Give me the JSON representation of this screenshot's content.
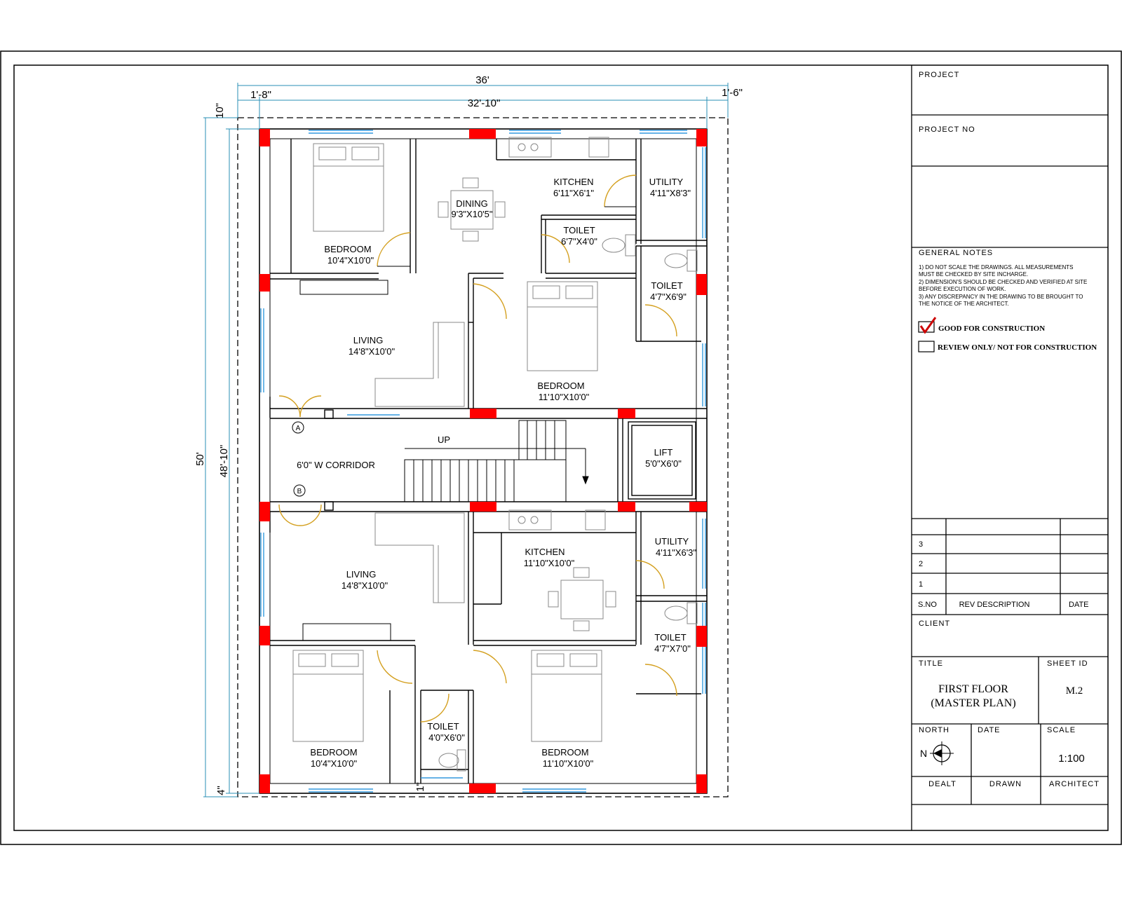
{
  "title_block": {
    "project_label": "PROJECT",
    "project_no_label": "PROJECT NO",
    "general_notes_label": "GENERAL NOTES",
    "notes": [
      "1)  DO NOT SCALE THE DRAWINGS. ALL MEASUREMENTS",
      "     MUST BE CHECKED BY SITE INCHARGE.",
      "2)  DIMENSION'S SHOULD BE CHECKED AND VERIFIED AT SITE",
      "     BEFORE EXECUTION OF WORK.",
      "3)  ANY DISCREPANCY IN THE DRAWING TO BE BROUGHT TO",
      "     THE NOTICE OF THE ARCHITECT."
    ],
    "good_for_construction": "GOOD FOR CONSTRUCTION",
    "review_only": "REVIEW ONLY/ NOT FOR CONSTRUCTION",
    "revision_rows": [
      "3",
      "2",
      "1"
    ],
    "sno_label": "S.NO",
    "rev_description_label": "REV DESCRIPTION",
    "date_label": "DATE",
    "client_label": "CLIENT",
    "title_label": "TITLE",
    "sheet_id_label": "SHEET ID",
    "title_line1": "FIRST FLOOR",
    "title_line2": "(MASTER PLAN)",
    "sheet_id": "M.2",
    "north_label": "NORTH",
    "north_letter": "N",
    "date2_label": "DATE",
    "scale_label": "SCALE",
    "scale_value": "1:100",
    "dealt_label": "DEALT",
    "drawn_label": "DRAWN",
    "architect_label": "ARCHITECT"
  },
  "dimensions": {
    "overall_width": "36'",
    "left_setback": "1'-8\"",
    "inner_width": "32'-10\"",
    "right_setback": "1'-6\"",
    "top_setback": "10\"",
    "overall_depth": "50'",
    "inner_depth": "48'-10\"",
    "bottom_setback": "4\"",
    "bottom_gap": "1\""
  },
  "rooms": {
    "bedroom_tl": {
      "name": "BEDROOM",
      "size": "10'4\"X10'0\""
    },
    "dining": {
      "name": "DINING",
      "size": "9'3\"X10'5\""
    },
    "kitchen_t": {
      "name": "KITCHEN",
      "size": "6'11\"X6'1\""
    },
    "utility_t": {
      "name": "UTILITY",
      "size": "4'11\"X8'3\""
    },
    "toilet_t1": {
      "name": "TOILET",
      "size": "6'7\"X4'0\""
    },
    "toilet_t2": {
      "name": "TOILET",
      "size": "4'7\"X6'9\""
    },
    "living_t": {
      "name": "LIVING",
      "size": "14'8\"X10'0\""
    },
    "bedroom_tr": {
      "name": "BEDROOM",
      "size": "11'10\"X10'0\""
    },
    "corridor": {
      "name": "6'0\" W CORRIDOR"
    },
    "stair_up": "UP",
    "lift": {
      "name": "LIFT",
      "size": "5'0\"X6'0\""
    },
    "door_a": "A",
    "door_b": "B",
    "utility_b": {
      "name": "UTILITY",
      "size": "4'11\"X6'3\""
    },
    "kitchen_b": {
      "name": "KITCHEN",
      "size": "11'10\"X10'0\""
    },
    "living_b": {
      "name": "LIVING",
      "size": "14'8\"X10'0\""
    },
    "toilet_b1": {
      "name": "TOILET",
      "size": "4'7\"X7'0\""
    },
    "toilet_b2": {
      "name": "TOILET",
      "size": "4'0\"X6'0\""
    },
    "bedroom_bl": {
      "name": "BEDROOM",
      "size": "10'4\"X10'0\""
    },
    "bedroom_br": {
      "name": "BEDROOM",
      "size": "11'10\"X10'0\""
    }
  },
  "colors": {
    "column": "#ff0000",
    "door_swing": "#d4a020",
    "window": "#3399dd",
    "dimension_line": "#2a8fb5",
    "check": "#cc0000"
  }
}
